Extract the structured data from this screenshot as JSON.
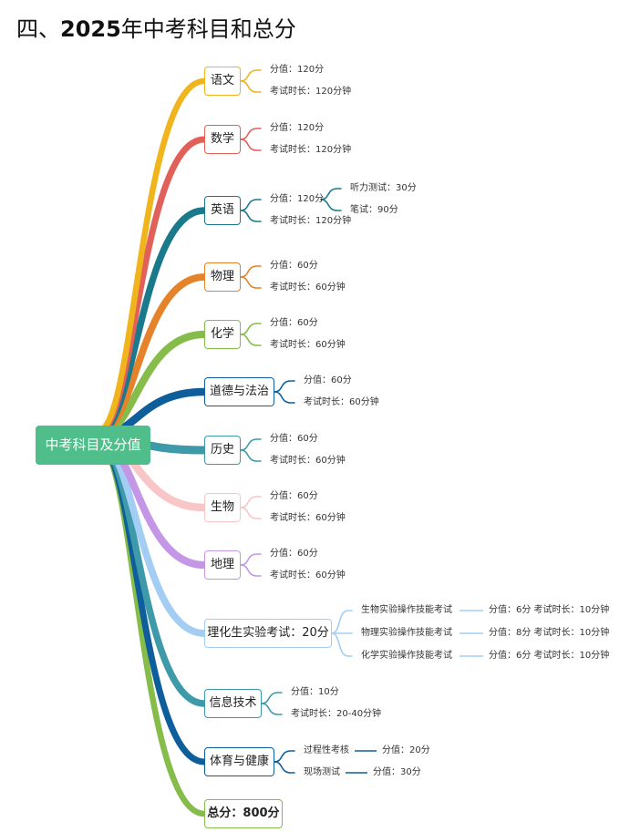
{
  "heading": {
    "prefix": "四、",
    "year": "2025",
    "suffix": "年中考科目和总分"
  },
  "root": {
    "label": "中考科目及分值"
  },
  "subjects": [
    {
      "label": "语文",
      "color": "#f0b51d",
      "items": [
        "分值：120分",
        "考试时长：120分钟"
      ]
    },
    {
      "label": "数学",
      "color": "#e2605a",
      "items": [
        "分值：120分",
        "考试时长：120分钟"
      ]
    },
    {
      "label": "英语",
      "color": "#1a7a8c",
      "items": [
        "分值：120分",
        "考试时长：120分钟"
      ],
      "sub": [
        "听力测试：30分",
        "笔试：90分"
      ]
    },
    {
      "label": "物理",
      "color": "#e5832a",
      "items": [
        "分值：60分",
        "考试时长：60分钟"
      ]
    },
    {
      "label": "化学",
      "color": "#86bd4a",
      "items": [
        "分值：60分",
        "考试时长：60分钟"
      ]
    },
    {
      "label": "道德与法治",
      "color": "#0f5e9c",
      "items": [
        "分值：60分",
        "考试时长：60分钟"
      ]
    },
    {
      "label": "历史",
      "color": "#3e9aa8",
      "items": [
        "分值：60分",
        "考试时长：60分钟"
      ]
    },
    {
      "label": "生物",
      "color": "#f8c6c6",
      "items": [
        "分值：60分",
        "考试时长：60分钟"
      ]
    },
    {
      "label": "地理",
      "color": "#c497e6",
      "items": [
        "分值：60分",
        "考试时长：60分钟"
      ]
    },
    {
      "label": "理化生实验考试：20分",
      "color": "#a3cdf2",
      "items": [
        {
          "name": "生物实验操作技能考试",
          "detail": "分值：6分  考试时长：10分钟"
        },
        {
          "name": "物理实验操作技能考试",
          "detail": "分值：8分  考试时长：10分钟"
        },
        {
          "name": "化学实验操作技能考试",
          "detail": "分值：6分  考试时长：10分钟"
        }
      ]
    },
    {
      "label": "信息技术",
      "color": "#3e9aa8",
      "items": [
        "分值：10分",
        "考试时长：20-40分钟"
      ]
    },
    {
      "label": "体育与健康",
      "color": "#0f5e9c",
      "items": [
        {
          "name": "过程性考核",
          "detail": "分值：20分"
        },
        {
          "name": "现场测试",
          "detail": "分值：30分"
        }
      ]
    },
    {
      "label": "总分：800分",
      "color": "#86bd4a",
      "items": []
    }
  ]
}
